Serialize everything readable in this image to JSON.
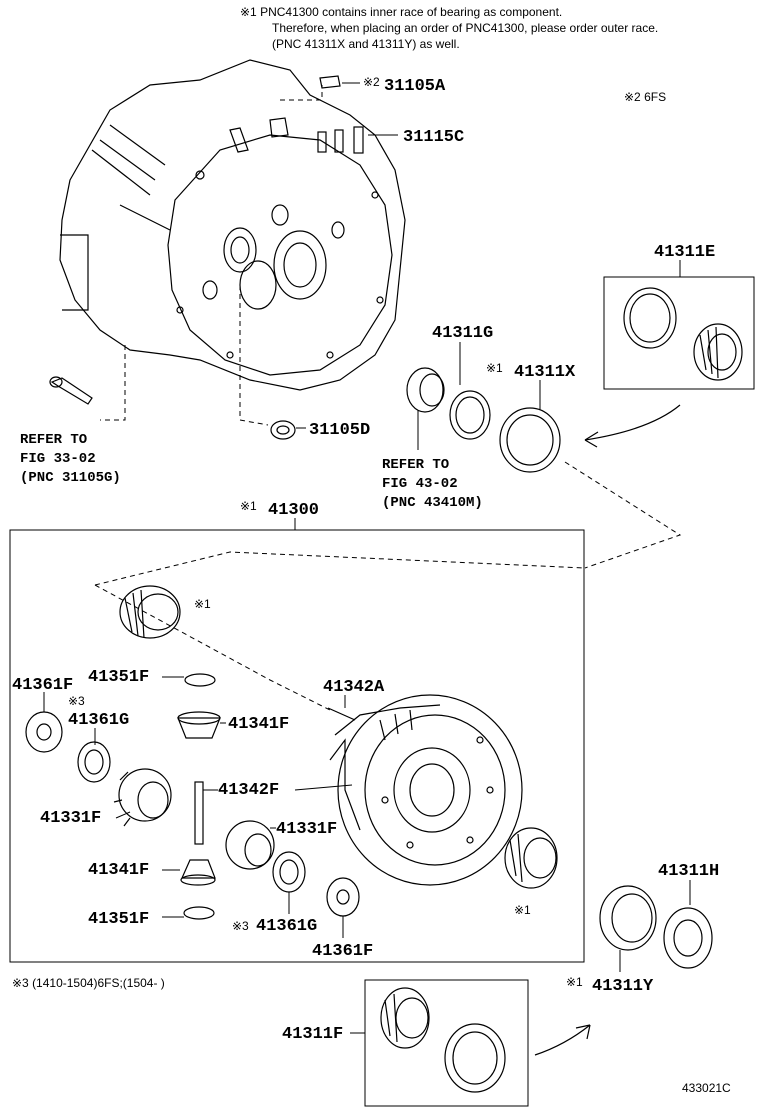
{
  "notes": {
    "note1_line1": "※1 PNC41300 contains inner race of bearing as component.",
    "note1_line2": "Therefore, when placing an order of PNC41300, please order outer race.",
    "note1_line3": "(PNC 41311X and 41311Y) as well.",
    "note2": "※2  6FS",
    "note3": "※3 (1410-1504)6FS;(1504-        )"
  },
  "marks": {
    "m1": "※1",
    "m2": "※2",
    "m3": "※3"
  },
  "parts": {
    "p31105A": "31105A",
    "p31115C": "31115C",
    "p31105D": "31105D",
    "p41311E": "41311E",
    "p41311G": "41311G",
    "p41311X": "41311X",
    "p41300": "41300",
    "p41361F": "41361F",
    "p41351F": "41351F",
    "p41361G": "41361G",
    "p41342A": "41342A",
    "p41341F": "41341F",
    "p41342F": "41342F",
    "p41331F": "41331F",
    "p41311H": "41311H",
    "p41311Y": "41311Y",
    "p41311F": "41311F"
  },
  "refs": {
    "ref1_l1": "REFER TO",
    "ref1_l2": "FIG 33-02",
    "ref1_l3": "(PNC 31105G)",
    "ref2_l1": "REFER TO",
    "ref2_l2": "FIG 43-02",
    "ref2_l3": "(PNC 43410M)"
  },
  "diagram_id": "433021C"
}
